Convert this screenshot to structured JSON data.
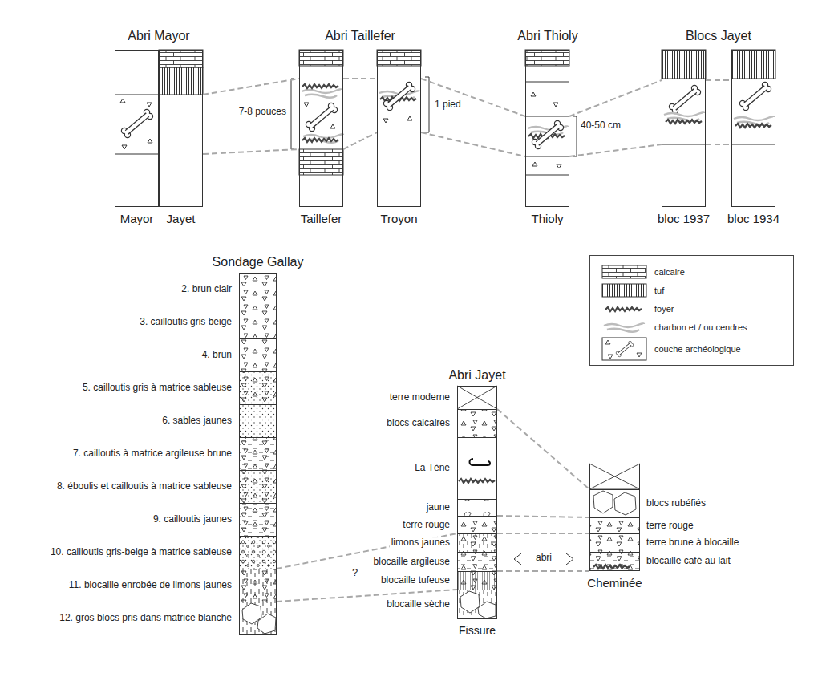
{
  "diagram": {
    "nodes": [
      {
        "text": [
          "Mayor"
        ]
      },
      {
        "text": [
          "Jayet"
        ]
      },
      {
        "text": [
          "Taillefer"
        ]
      },
      {
        "text": [
          "Troyon"
        ]
      },
      {
        "text": [
          "Thioly"
        ]
      },
      {
        "text": [
          "bloc 1937"
        ]
      },
      {
        "text": [
          "bloc 1934"
        ]
      },
      {
        "text": [
          "Sondage Gallay"
        ]
      },
      {
        "text": [
          "2. brun clair"
        ],
        "in": 7
      },
      {
        "text": [
          "3. cailloutis gris beige"
        ],
        "in": 7
      },
      {
        "text": [
          "4. brun"
        ],
        "in": 7
      },
      {
        "text": [
          "5. cailloutis gris à matrice sableuse"
        ],
        "in": 7
      },
      {
        "text": [
          "6. sables jaunes"
        ],
        "in": 7
      },
      {
        "text": [
          "7. cailloutis à matrice argileuse brune"
        ],
        "in": 7
      },
      {
        "text": [
          "8. éboulis et cailloutis à matrice sableuse"
        ],
        "in": 7
      },
      {
        "text": [
          "9. cailloutis jaunes"
        ],
        "in": 7
      },
      {
        "text": [
          "10. cailloutis gris-beige à matrice sableuse"
        ],
        "in": 7
      },
      {
        "text": [
          "11. blocaille enrobée de limons jaunes"
        ],
        "in": 7
      },
      {
        "text": [
          "12. gros blocs pris dans matrice blanche"
        ],
        "in": 7
      },
      {
        "text": [
          "Abri Jayet",
          "Fissure"
        ]
      },
      {
        "text": [
          "terre moderne"
        ],
        "in": 19
      },
      {
        "text": [
          "blocs calcaires"
        ],
        "in": 19
      },
      {
        "text": [
          "La Tène"
        ],
        "in": 19
      },
      {
        "text": [
          "jaune"
        ],
        "in": 19
      },
      {
        "text": [
          "terre rouge"
        ],
        "in": 19
      },
      {
        "text": [
          "limons jaunes"
        ],
        "in": 19
      },
      {
        "text": [
          "blocaille argileuse"
        ],
        "in": 19
      },
      {
        "text": [
          "blocaille tufeuse"
        ],
        "in": 19
      },
      {
        "text": [
          "blocaille sèche"
        ],
        "in": 19
      },
      {
        "text": [
          "Cheminée"
        ]
      },
      {
        "text": [
          "blocs rubéfiés"
        ],
        "in": 29
      },
      {
        "text": [
          "terre rouge"
        ],
        "in": 29
      },
      {
        "text": [
          "terre brune à blocaille"
        ],
        "in": 29
      },
      {
        "text": [
          "blocaille café au lait"
        ],
        "in": 29
      }
    ],
    "edges": [
      {
        "from": 1,
        "to": 2,
        "arrow": "none"
      },
      {
        "from": 1,
        "to": 2,
        "arrow": "none"
      },
      {
        "from": 2,
        "to": 3,
        "arrow": "none"
      },
      {
        "from": 2,
        "to": 3,
        "arrow": "none"
      },
      {
        "from": 3,
        "to": 4,
        "arrow": "none"
      },
      {
        "from": 3,
        "to": 4,
        "arrow": "none"
      },
      {
        "from": 4,
        "to": 5,
        "arrow": "none"
      },
      {
        "from": 4,
        "to": 5,
        "arrow": "none"
      },
      {
        "from": 5,
        "to": 6,
        "arrow": "none"
      },
      {
        "from": 5,
        "to": 6,
        "arrow": "none"
      },
      {
        "from": 17,
        "to": 25,
        "label": "?",
        "arrow": "none"
      },
      {
        "from": 17,
        "to": 27,
        "arrow": "none"
      },
      {
        "from": 20,
        "to": 30,
        "arrow": "none"
      },
      {
        "from": 24,
        "to": 31,
        "arrow": "none"
      },
      {
        "from": 25,
        "to": 32,
        "arrow": "none"
      },
      {
        "from": 27,
        "to": 33,
        "arrow": "none"
      }
    ],
    "labels": [
      "Abri Mayor",
      "Abri Taillefer",
      "Abri Thioly",
      "Blocs Jayet",
      "7-8 pouces",
      "1 pied",
      "40-50 cm",
      "abri"
    ],
    "legend": [
      {
        "text": "calcaire"
      },
      {
        "text": "tuf"
      },
      {
        "text": "foyer"
      },
      {
        "text": "charbon et / ou cendres"
      },
      {
        "text": "couche archéologique"
      }
    ]
  }
}
